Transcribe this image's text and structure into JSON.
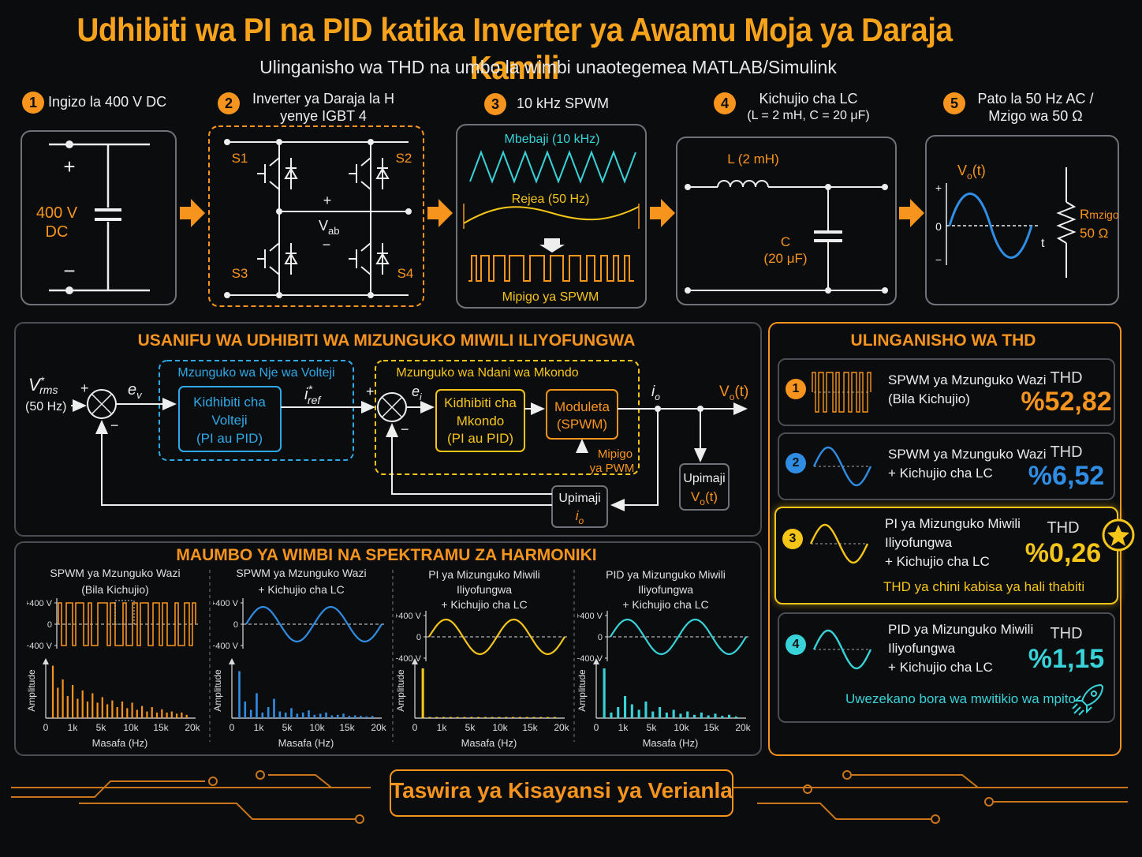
{
  "header": {
    "title": "Udhibiti wa PI na PID katika Inverter ya Awamu Moja ya Daraja Kamili",
    "subtitle": "Ulinganisho wa THD na umbo la wimbi unaotegemea MATLAB/Simulink"
  },
  "stages": [
    {
      "num": "1",
      "label": "Ingizo la 400 V DC"
    },
    {
      "num": "2",
      "label": "Inverter ya Daraja la H yenye IGBT 4"
    },
    {
      "num": "3",
      "label": "10 kHz SPWM"
    },
    {
      "num": "4",
      "label": "Kichujio cha LC",
      "sub": "(L = 2 mH, C = 20 μF)"
    },
    {
      "num": "5",
      "label": "Pato la 50 Hz AC / Mzigo wa 50 Ω"
    }
  ],
  "dc_source": {
    "plus": "+",
    "minus": "−",
    "value": "400 V",
    "unit": "DC"
  },
  "bridge": {
    "s1": "S1",
    "s2": "S2",
    "s3": "S3",
    "s4": "S4",
    "vab": "V",
    "vab_sub": "ab",
    "plus": "+",
    "minus": "−"
  },
  "spwm": {
    "carrier": "Mbebaji (10 kHz)",
    "reference": "Rejea (50 Hz)",
    "pulses": "Mipigo ya SPWM"
  },
  "filter": {
    "inductor": "L (2 mH)",
    "cap_name": "C",
    "cap_value": "(20 μF)"
  },
  "output": {
    "vo": "V",
    "vo_sub": "o",
    "vo_arg": "(t)",
    "plus": "+",
    "zero": "0",
    "minus": "−",
    "t": "t",
    "r": "R",
    "r_sub": "mzigo",
    "r_value": "50 Ω"
  },
  "control": {
    "title": "USANIFU WA UDHIBITI WA MIZUNGUKO MIWILI ILIYOFUNGWA",
    "vref": "V",
    "vref_sup": "*",
    "vref_sub": "rms",
    "vref_freq": "(50 Hz)",
    "ev": "e",
    "ev_sub": "v",
    "outer_loop": "Mzunguko wa Nje wa Volteji",
    "voltage_ctrl": [
      "Kidhibiti cha",
      "Volteji",
      "(PI au PID)"
    ],
    "iref": "i",
    "iref_sup": "*",
    "iref_sub": "ref",
    "inner_loop": "Mzunguko wa Ndani wa Mkondo",
    "ei": "e",
    "ei_sub": "i",
    "current_ctrl": [
      "Kidhibiti cha",
      "Mkondo",
      "(PI au PID)"
    ],
    "modulator": [
      "Moduleta",
      "(SPWM)"
    ],
    "pwm_pulses": [
      "Mipigo",
      "ya PWM"
    ],
    "io": "i",
    "io_sub": "o",
    "vo": "V",
    "vo_sub": "o",
    "vo_arg": "(t)",
    "meas_io": "Upimaji",
    "meas_vo": "Upimaji",
    "plus": "+",
    "minus": "−"
  },
  "waveforms": {
    "title": "MAUMBO YA WIMBI NA SPEKTRAMU ZA HARMONIKI",
    "ylabel": "Amplitude",
    "xlabel": "Masafa (Hz)",
    "yticks": [
      "+400 V",
      "0",
      "−400 V"
    ],
    "xticks": [
      "0",
      "1k",
      "5k",
      "10k",
      "15k",
      "20k"
    ],
    "panels": [
      {
        "title": [
          "SPWM ya Mzunguko Wazi",
          "(Bila Kichujio)"
        ],
        "color": "#f7941d"
      },
      {
        "title": [
          "SPWM ya Mzunguko Wazi",
          "+ Kichujio cha LC"
        ],
        "color": "#2f8de4"
      },
      {
        "title": [
          "PI ya Mizunguko Miwili",
          "Iliyofungwa",
          "+ Kichujio cha LC"
        ],
        "color": "#f5c518"
      },
      {
        "title": [
          "PID ya Mizunguko Miwili",
          "Iliyofungwa",
          "+ Kichujio cha LC"
        ],
        "color": "#38d3d9"
      }
    ]
  },
  "thd": {
    "title": "ULINGANISHO WA THD",
    "label": "THD",
    "cards": [
      {
        "num": "1",
        "desc": [
          "SPWM ya Mzunguko Wazi",
          "(Bila Kichujio)"
        ],
        "value": "%52,82",
        "color": "#f7941d"
      },
      {
        "num": "2",
        "desc": [
          "SPWM ya Mzunguko Wazi",
          "+ Kichujio cha LC"
        ],
        "value": "%6,52",
        "color": "#2f8de4"
      },
      {
        "num": "3",
        "desc": [
          "PI ya Mizunguko Miwili",
          "Iliyofungwa",
          "+ Kichujio cha LC"
        ],
        "value": "%0,26",
        "color": "#f5c518",
        "note": "THD ya chini kabisa ya hali thabiti"
      },
      {
        "num": "4",
        "desc": [
          "PID ya Mizunguko Miwili",
          "Iliyofungwa",
          "+ Kichujio cha LC"
        ],
        "value": "%1,15",
        "color": "#38d3d9",
        "note": "Uwezekano bora wa mwitikio wa mpito"
      }
    ]
  },
  "footer": {
    "label": "Taswira ya Kisayansi ya Verianla"
  },
  "icons": {
    "arrow": "arrow-right-icon",
    "star": "star-icon",
    "rocket": "rocket-icon"
  }
}
